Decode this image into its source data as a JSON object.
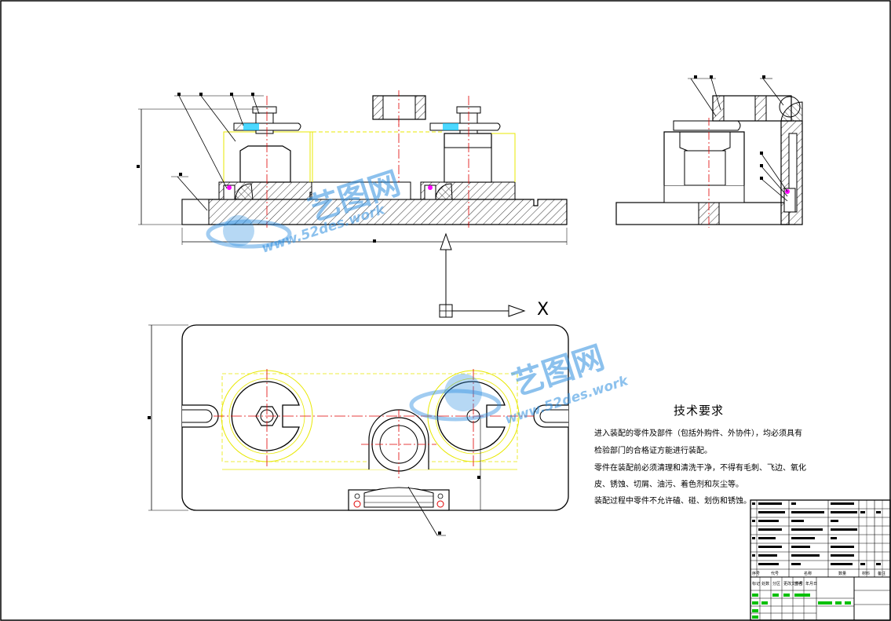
{
  "technical_requirements": {
    "title": "技术要求",
    "lines": [
      "进入装配的零件及部件（包括外购件、外协件），均必须具有",
      "检验部门的合格证方能进行装配。",
      "零件在装配前必须清理和清洗干净，不得有毛刺、飞边、氧化",
      "皮、锈蚀、切屑、油污、着色剂和灰尘等。",
      "装配过程中零件不允许磕、碰、划伤和锈蚀。"
    ]
  },
  "axis_label": "X",
  "watermark": {
    "brand": "艺图网",
    "url": "www.52des.work"
  },
  "colors": {
    "outline": "#000000",
    "hidden_part": "#e8e800",
    "center_line": "#e00000",
    "hatch": "#000000",
    "watermark": "#2f8fe0",
    "highlight": "#ff00ff",
    "cyan_part": "#00c8ff",
    "title_block_green": "#00c000"
  },
  "title_block": {
    "header_cells": [
      "标记",
      "处数",
      "分区",
      "更改文件号",
      "签名",
      "年月日"
    ],
    "footer_cells": [
      "序号",
      "代号",
      "名称",
      "数量",
      "材料",
      "备注"
    ]
  }
}
